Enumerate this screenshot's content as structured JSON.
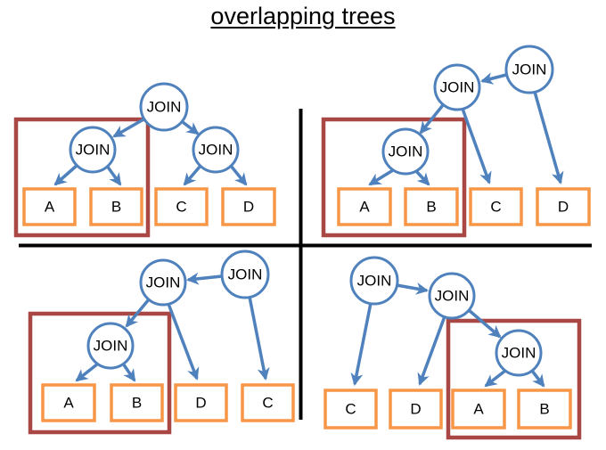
{
  "title": "overlapping trees",
  "colors": {
    "node_stroke": "#4f81bd",
    "leaf_stroke": "#f79646",
    "group_stroke": "#a84743",
    "divider": "#000000",
    "label": "#000000",
    "background": "#ffffff"
  },
  "quadrants": [
    {
      "position": "top-left",
      "nodes": [
        {
          "id": "join-root",
          "label": "JOIN"
        },
        {
          "id": "join-ab",
          "label": "JOIN"
        },
        {
          "id": "join-cd",
          "label": "JOIN"
        }
      ],
      "leaves": [
        {
          "id": "A",
          "label": "A"
        },
        {
          "id": "B",
          "label": "B"
        },
        {
          "id": "C",
          "label": "C"
        },
        {
          "id": "D",
          "label": "D"
        }
      ],
      "edges": [
        [
          "join-root",
          "join-ab"
        ],
        [
          "join-root",
          "join-cd"
        ],
        [
          "join-ab",
          "A"
        ],
        [
          "join-ab",
          "B"
        ],
        [
          "join-cd",
          "C"
        ],
        [
          "join-cd",
          "D"
        ]
      ],
      "outline_encloses": [
        "join-ab",
        "A",
        "B"
      ]
    },
    {
      "position": "top-right",
      "nodes": [
        {
          "id": "join-root",
          "label": "JOIN"
        },
        {
          "id": "join-mid",
          "label": "JOIN"
        },
        {
          "id": "join-ab",
          "label": "JOIN"
        }
      ],
      "leaves": [
        {
          "id": "A",
          "label": "A"
        },
        {
          "id": "B",
          "label": "B"
        },
        {
          "id": "C",
          "label": "C"
        },
        {
          "id": "D",
          "label": "D"
        }
      ],
      "edges": [
        [
          "join-root",
          "join-mid"
        ],
        [
          "join-root",
          "D"
        ],
        [
          "join-mid",
          "join-ab"
        ],
        [
          "join-mid",
          "C"
        ],
        [
          "join-ab",
          "A"
        ],
        [
          "join-ab",
          "B"
        ]
      ],
      "outline_encloses": [
        "join-ab",
        "A",
        "B"
      ]
    },
    {
      "position": "bottom-left",
      "nodes": [
        {
          "id": "join-root",
          "label": "JOIN"
        },
        {
          "id": "join-mid",
          "label": "JOIN"
        },
        {
          "id": "join-ab",
          "label": "JOIN"
        }
      ],
      "leaves": [
        {
          "id": "A",
          "label": "A"
        },
        {
          "id": "B",
          "label": "B"
        },
        {
          "id": "D",
          "label": "D"
        },
        {
          "id": "C",
          "label": "C"
        }
      ],
      "edges": [
        [
          "join-root",
          "join-mid"
        ],
        [
          "join-root",
          "C"
        ],
        [
          "join-mid",
          "join-ab"
        ],
        [
          "join-mid",
          "D"
        ],
        [
          "join-ab",
          "A"
        ],
        [
          "join-ab",
          "B"
        ]
      ],
      "outline_encloses": [
        "join-ab",
        "A",
        "B"
      ]
    },
    {
      "position": "bottom-right",
      "nodes": [
        {
          "id": "join-root",
          "label": "JOIN"
        },
        {
          "id": "join-mid",
          "label": "JOIN"
        },
        {
          "id": "join-ab",
          "label": "JOIN"
        }
      ],
      "leaves": [
        {
          "id": "C",
          "label": "C"
        },
        {
          "id": "D",
          "label": "D"
        },
        {
          "id": "A",
          "label": "A"
        },
        {
          "id": "B",
          "label": "B"
        }
      ],
      "edges": [
        [
          "join-root",
          "join-mid"
        ],
        [
          "join-root",
          "C"
        ],
        [
          "join-mid",
          "join-ab"
        ],
        [
          "join-mid",
          "D"
        ],
        [
          "join-ab",
          "A"
        ],
        [
          "join-ab",
          "B"
        ]
      ],
      "outline_encloses": [
        "join-ab",
        "A",
        "B"
      ]
    }
  ]
}
